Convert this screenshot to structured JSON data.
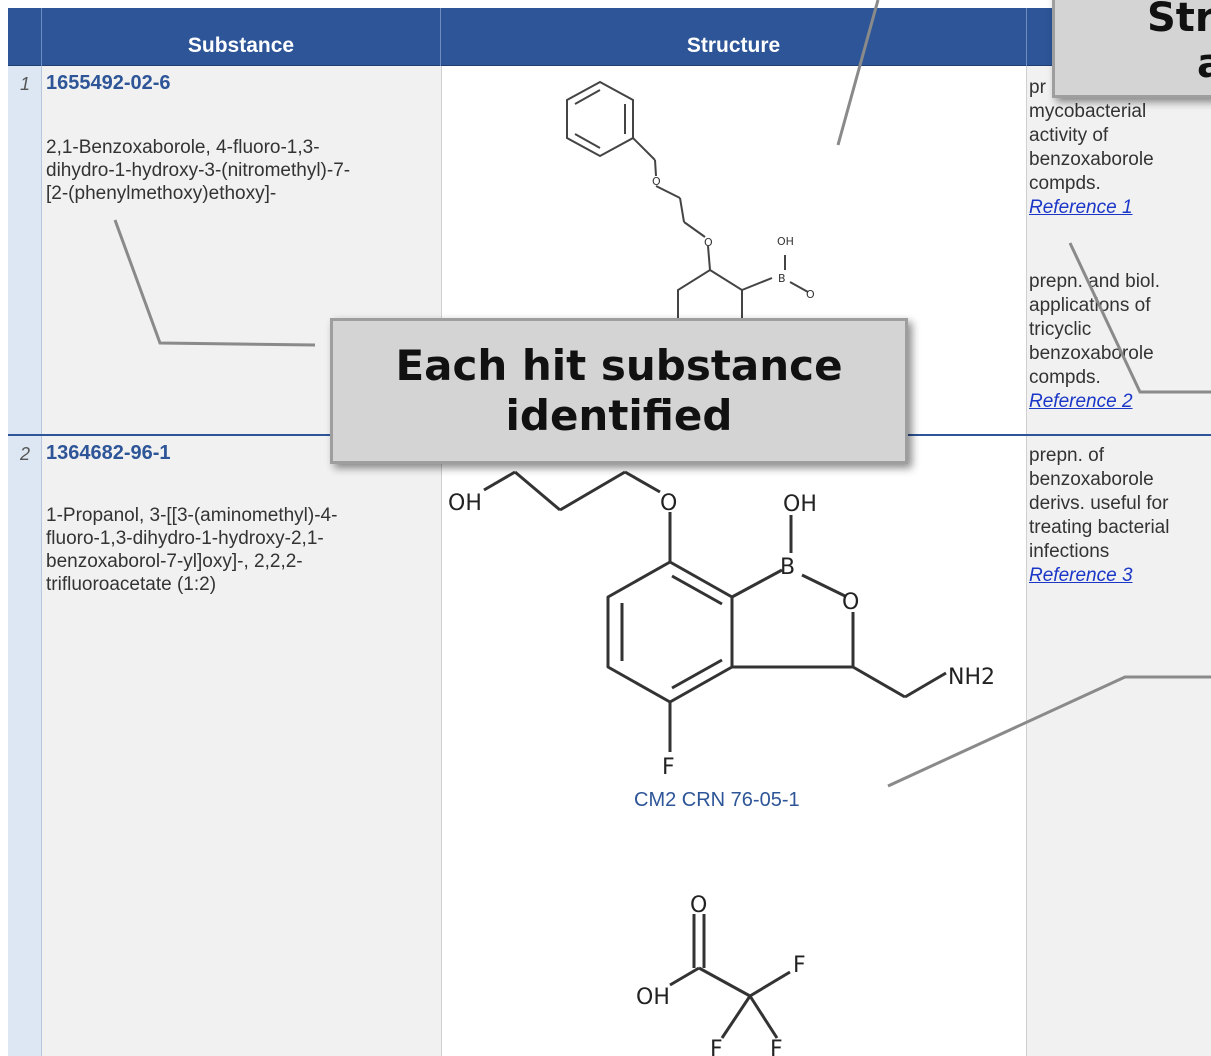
{
  "table": {
    "headers": {
      "substance": "Substance",
      "structure": "Structure"
    },
    "rows": [
      {
        "num": "1",
        "cas": "1655492-02-6",
        "name_lines": [
          "2,1-Benzoxaborole, 4-fluoro-1,3-",
          "dihydro-1-hydroxy-3-(nitromethyl)-7-",
          "[2-(phenylmethoxy)ethoxy]-"
        ],
        "references": [
          {
            "lines": [
              "pr",
              "mycobacterial",
              "activity of",
              "benzoxaborole",
              "compds."
            ],
            "link": "Reference 1"
          },
          {
            "lines": [
              "prepn. and biol.",
              "applications of",
              "tricyclic",
              "benzoxaborole",
              "compds."
            ],
            "link": "Reference 2"
          }
        ]
      },
      {
        "num": "2",
        "cas": "1364682-96-1",
        "name_lines": [
          "1-Propanol, 3-[[3-(aminomethyl)-4-",
          "fluoro-1,3-dihydro-1-hydroxy-2,1-",
          "benzoxaborol-7-yl]oxy]-, 2,2,2-",
          "trifluoroacetate (1:2)"
        ],
        "references": [
          {
            "lines": [
              "prepn. of",
              "benzoxaborole",
              "derivs. useful for",
              "treating bacterial",
              "infections"
            ],
            "link": "Reference 3"
          }
        ],
        "component_label": "CM2 CRN 76-05-1"
      }
    ]
  },
  "structure_labels": {
    "oh": "OH",
    "b": "B",
    "o": "O",
    "f": "F",
    "nh2": "NH2"
  },
  "callouts": {
    "main_lines": [
      "Each hit substance",
      "identified"
    ],
    "top_lines": [
      "Str",
      "a"
    ]
  }
}
